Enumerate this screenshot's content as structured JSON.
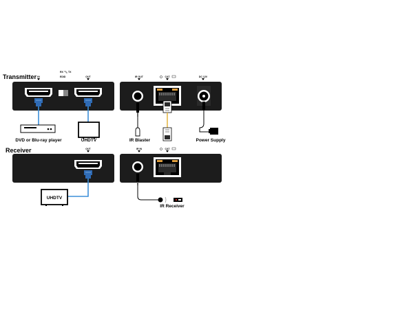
{
  "sections": {
    "transmitter": "Transmitter",
    "receiver": "Receiver"
  },
  "transmitter_front": {
    "in_label": "IN",
    "rx_label": "RX",
    "edid_label": "EDID",
    "tx_label": "TX",
    "out_label": "OUT"
  },
  "transmitter_back": {
    "ir_out_label": "IR OUT",
    "cat_label": "CAT",
    "dc_label": "DC 12V"
  },
  "receiver_front": {
    "out_label": "OUT"
  },
  "receiver_back": {
    "ir_in_label": "IR IN",
    "cat_label": "CAT"
  },
  "devices": {
    "player": "DVD or Blu-ray player",
    "uhdtv_tx": "UHDTV",
    "ir_blaster": "IR Blaster",
    "power_supply": "Power Supply",
    "uhdtv_rx": "UHDTV",
    "ir_receiver": "IR Receiver"
  },
  "colors": {
    "chassis": "#1c1c1c",
    "hdmi_plug": "#2f6bb5",
    "hdmi_cable": "#3b8ed8",
    "cat_cable": "#e3b23c",
    "rj45_led": "#e0a040",
    "ir_led_red": "#c8281e"
  }
}
